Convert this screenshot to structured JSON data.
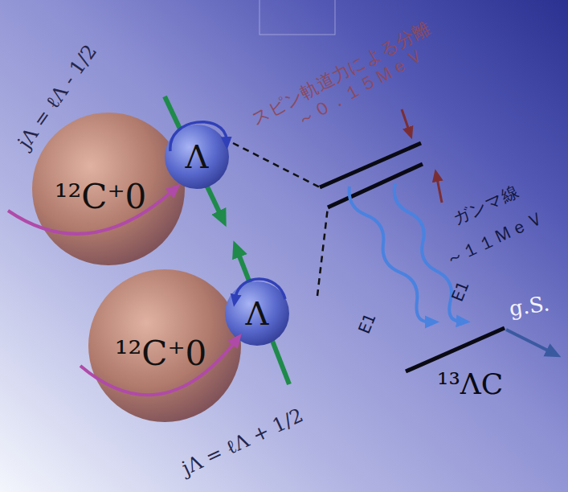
{
  "diagram": {
    "nodes": [
      {
        "text": [
          "¹²C⁺0"
        ]
      },
      {
        "text": [
          "Λ"
        ]
      },
      {
        "text": [
          "¹²C⁺0"
        ]
      },
      {
        "text": [
          "Λ"
        ]
      }
    ],
    "labels": [
      "jΛ = ℓΛ - 1/2",
      "スピン軌道力による分離",
      "～０．１５ＭｅＶ",
      "ガンマ線",
      "～１１ＭｅＶ",
      "E1",
      "E1",
      "g.S.",
      "¹³ΛC",
      "jΛ = ℓΛ + 1/2"
    ]
  }
}
